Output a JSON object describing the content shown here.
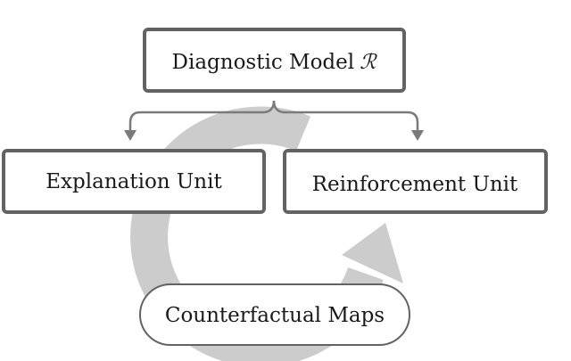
{
  "diagram": {
    "top_box": {
      "label": "Diagnostic Model",
      "symbol": "ℛ"
    },
    "left_box": {
      "label": "Explanation Unit"
    },
    "right_box": {
      "label": "Reinforcement Unit"
    },
    "bottom_pill": {
      "label": "Counterfactual Maps"
    },
    "colors": {
      "box_border": "#636363",
      "box_fill": "#ffffff",
      "connector": "#7a7a7a",
      "cycle_arrow": "#cccccc",
      "text": "#1a1a1a"
    }
  }
}
